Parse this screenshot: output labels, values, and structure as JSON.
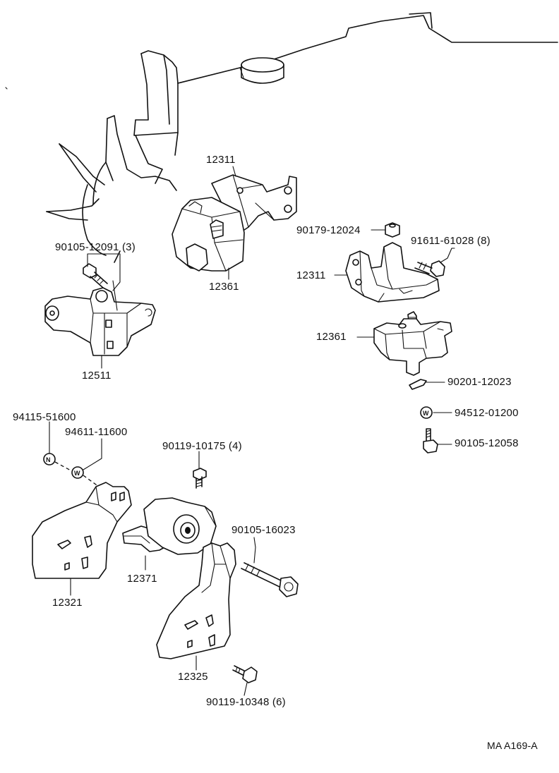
{
  "diagram": {
    "code": "MA A169-A",
    "parts": [
      {
        "id": "p_12311_top",
        "number": "12311"
      },
      {
        "id": "p_12361_top",
        "number": "12361"
      },
      {
        "id": "p_90105_12091",
        "number": "90105-12091 (3)"
      },
      {
        "id": "p_12511",
        "number": "12511"
      },
      {
        "id": "p_90179_12024",
        "number": "90179-12024"
      },
      {
        "id": "p_91611_61028",
        "number": "91611-61028 (8)"
      },
      {
        "id": "p_12311_right",
        "number": "12311"
      },
      {
        "id": "p_12361_right",
        "number": "12361"
      },
      {
        "id": "p_90201_12023",
        "number": "90201-12023"
      },
      {
        "id": "p_94512_01200",
        "number": "94512-01200"
      },
      {
        "id": "p_90105_12058",
        "number": "90105-12058"
      },
      {
        "id": "p_94115_51600",
        "number": "94115-51600"
      },
      {
        "id": "p_94611_11600",
        "number": "94611-11600"
      },
      {
        "id": "p_90119_10175",
        "number": "90119-10175 (4)"
      },
      {
        "id": "p_90105_16023",
        "number": "90105-16023"
      },
      {
        "id": "p_12371",
        "number": "12371"
      },
      {
        "id": "p_12321",
        "number": "12321"
      },
      {
        "id": "p_12325",
        "number": "12325"
      },
      {
        "id": "p_90119_10348",
        "number": "90119-10348 (6)"
      }
    ],
    "symbols": {
      "nut_symbol": "N",
      "washer_symbol": "W"
    }
  }
}
